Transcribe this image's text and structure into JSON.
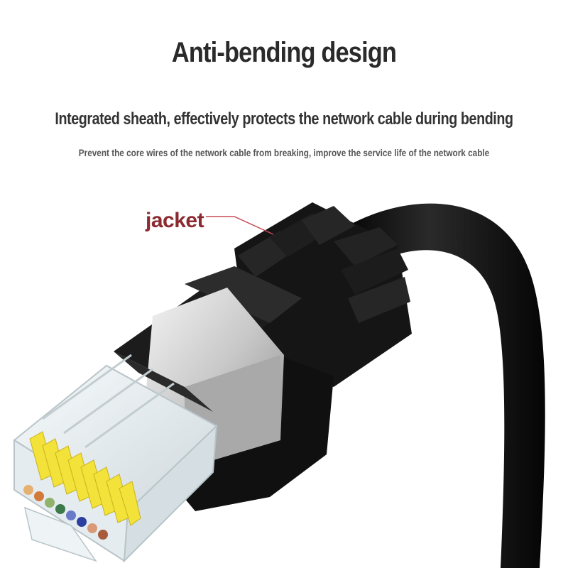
{
  "heading": {
    "title": "Anti-bending design",
    "subtitle": "Integrated sheath, effectively protects the network cable during bending",
    "caption": "Prevent the core wires of the network cable from breaking, improve the service life of the network cable"
  },
  "callout": {
    "label": "jacket",
    "color": "#8b2a30"
  },
  "illustration": {
    "subject": "rj45-connector-icon",
    "colors": {
      "cable": "#111111",
      "boot": "#161616",
      "shield": "#b9b9b9",
      "plug": "#e8eef0",
      "pins": "#f2e23a"
    }
  }
}
